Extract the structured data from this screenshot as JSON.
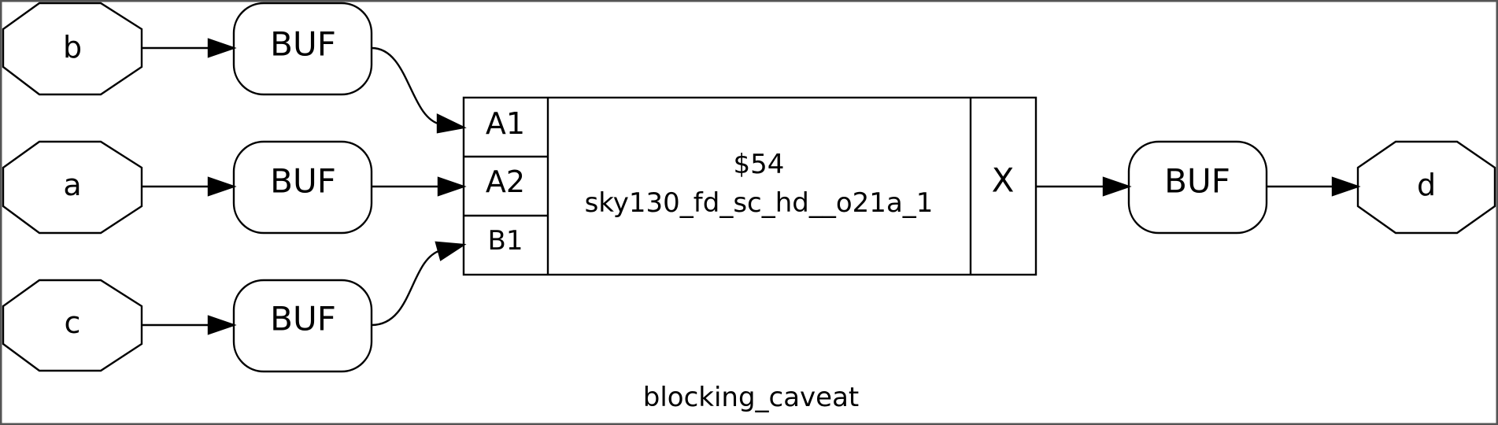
{
  "diagram": {
    "caption": "blocking_caveat",
    "ports": {
      "b": "b",
      "a": "a",
      "c": "c",
      "d": "d"
    },
    "buffers": {
      "buf_b": "BUF",
      "buf_a": "BUF",
      "buf_c": "BUF",
      "buf_d": "BUF"
    },
    "cell": {
      "id": "$54",
      "type": "sky130_fd_sc_hd__o21a_1",
      "inputs": [
        "A1",
        "A2",
        "B1"
      ],
      "output": "X"
    },
    "connections": [
      [
        "b",
        "BUF"
      ],
      [
        "BUF",
        "A1"
      ],
      [
        "a",
        "BUF"
      ],
      [
        "BUF",
        "A2"
      ],
      [
        "c",
        "BUF"
      ],
      [
        "BUF",
        "B1"
      ],
      [
        "X",
        "BUF"
      ],
      [
        "BUF",
        "d"
      ]
    ]
  }
}
